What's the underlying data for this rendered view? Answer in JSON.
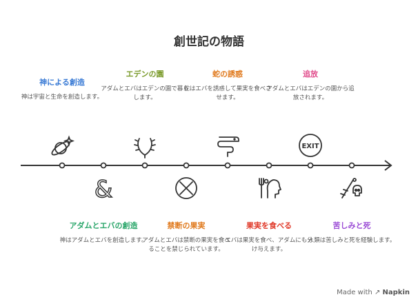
{
  "title": "創世記の物語",
  "watermark": {
    "prefix": "Made with",
    "brand": "Napkin"
  },
  "colors": {
    "line": "#333333",
    "blue": "#3a7bd5",
    "green": "#7a9a2a",
    "orange": "#e07a1e",
    "pink": "#e04a8a",
    "teal": "#2aa66a",
    "red": "#e03a2a",
    "purple": "#9a4ad5"
  },
  "events": [
    {
      "title": "神による創造",
      "desc": "神は宇宙と生命を創造します。",
      "color": "#3a7bd5",
      "icon": "galaxy-icon"
    },
    {
      "title": "アダムとエバの創造",
      "desc": "神はアダムとエバを創造します。",
      "color": "#2aa66a",
      "icon": "ampersand-icon"
    },
    {
      "title": "エデンの園",
      "desc": "アダムとエバはエデンの園で暮らします。",
      "color": "#7a9a2a",
      "icon": "laurel-icon"
    },
    {
      "title": "禁断の果実",
      "desc": "アダムとエバは禁断の果実を食べることを禁じられています。",
      "color": "#e07a1e",
      "icon": "forbidden-circle-icon"
    },
    {
      "title": "蛇の誘惑",
      "desc": "蛇はエバを誘惑して果実を食べさせます。",
      "color": "#e07a1e",
      "icon": "snake-icon"
    },
    {
      "title": "果実を食べる",
      "desc": "エバは果実を食べ、アダムにも分け与えます。",
      "color": "#e03a2a",
      "icon": "eating-head-icon"
    },
    {
      "title": "追放",
      "desc": "アダムとエバはエデンの園から追放されます。",
      "color": "#e04a8a",
      "icon": "exit-icon"
    },
    {
      "title": "苦しみと死",
      "desc": "人類は苦しみと死を経験します。",
      "color": "#9a4ad5",
      "icon": "skull-icon"
    }
  ]
}
